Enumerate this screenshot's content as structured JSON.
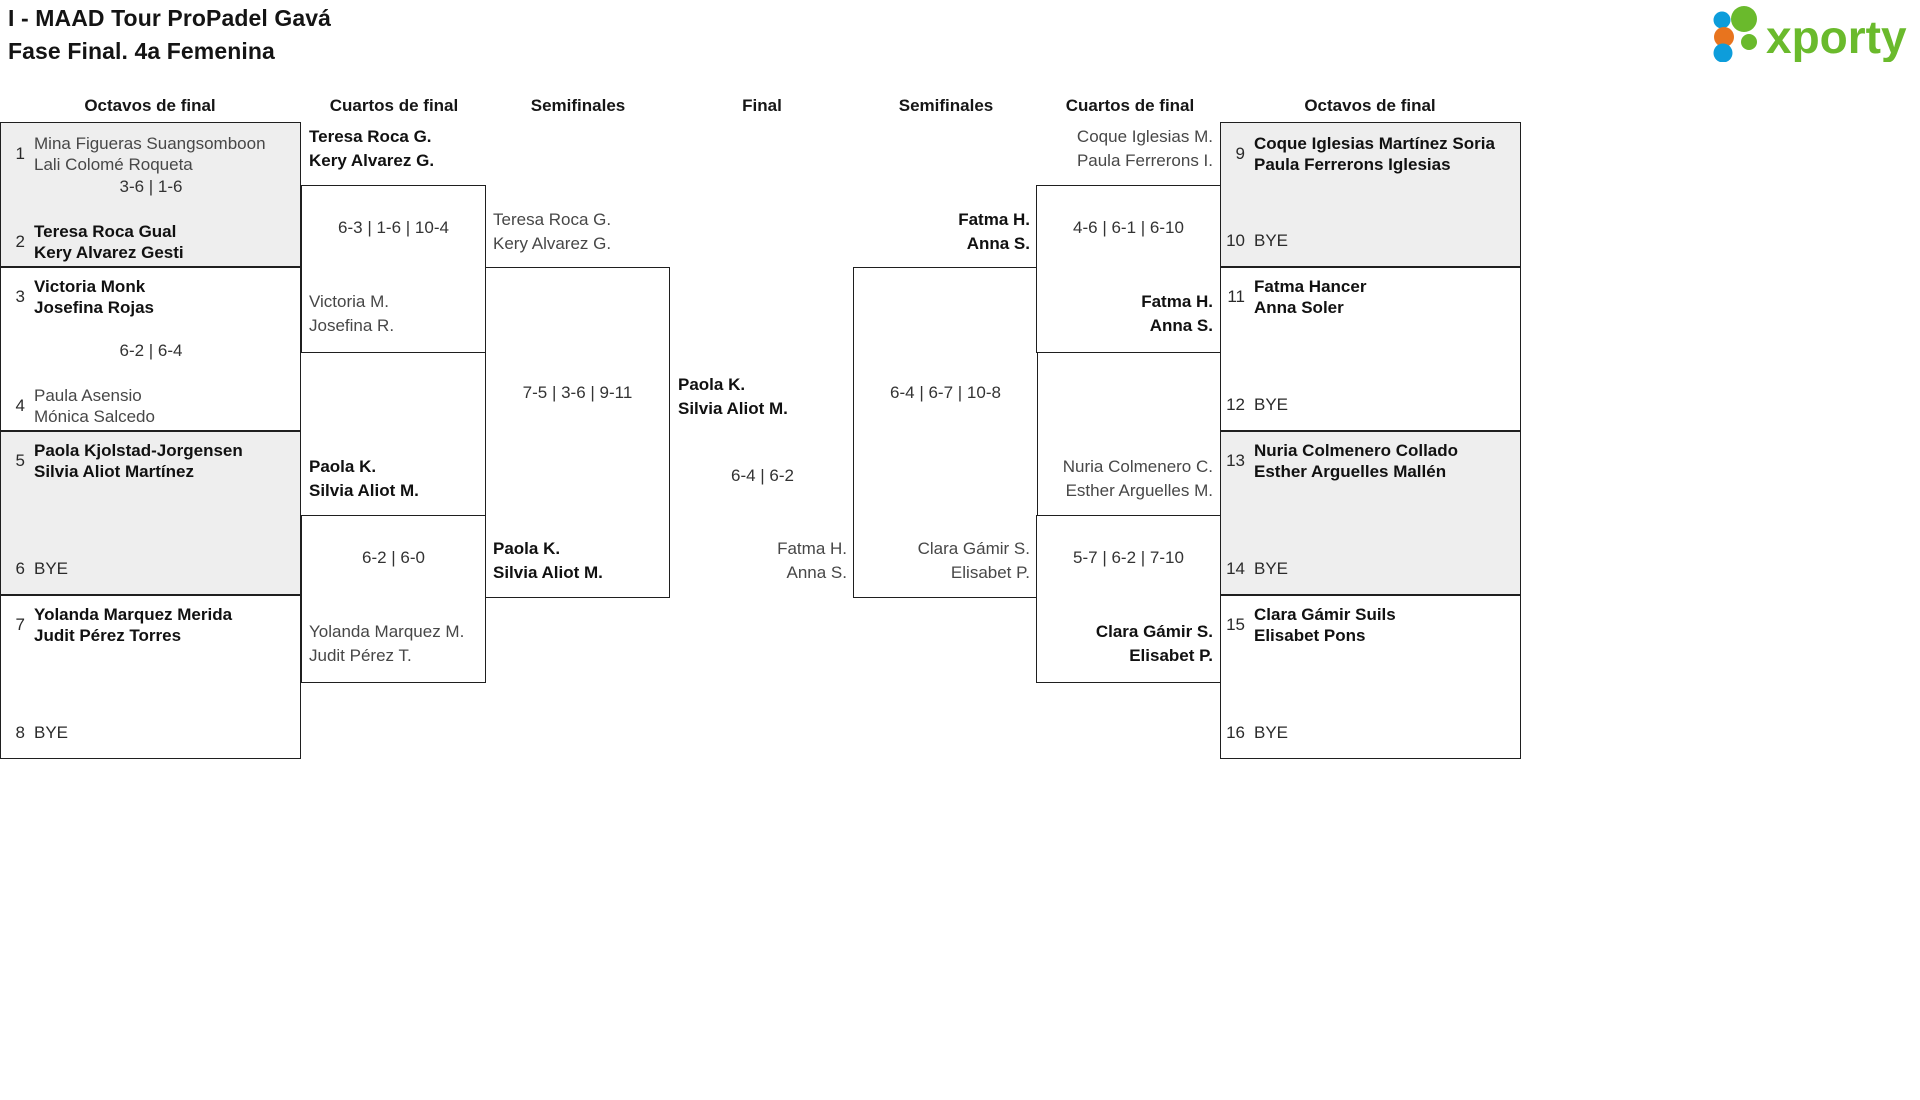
{
  "header": {
    "title_line1": "I - MAAD Tour ProPadel Gavá",
    "title_line2": "Fase Final. 4a Femenina",
    "logo_text": "xporty",
    "logo_colors": {
      "green": "#6aba2c",
      "orange": "#e8741e",
      "blue": "#0d9ddb"
    }
  },
  "rounds": [
    {
      "label": "Octavos de final"
    },
    {
      "label": "Cuartos de final"
    },
    {
      "label": "Semifinales"
    },
    {
      "label": "Final"
    },
    {
      "label": "Semifinales"
    },
    {
      "label": "Cuartos de final"
    },
    {
      "label": "Octavos de final"
    }
  ],
  "left_octavos": {
    "seeds": [
      {
        "num": "1",
        "p1": "Mina Figueras Suangsomboon",
        "p2": "Lali Colomé Roqueta",
        "result": "lose"
      },
      {
        "num": "2",
        "p1": "Teresa Roca Gual",
        "p2": "Kery Alvarez Gesti",
        "result": "win"
      },
      {
        "num": "3",
        "p1": "Victoria Monk",
        "p2": "Josefina Rojas",
        "result": "win"
      },
      {
        "num": "4",
        "p1": "Paula Asensio",
        "p2": "Mónica Salcedo",
        "result": "lose"
      },
      {
        "num": "5",
        "p1": "Paola Kjolstad-Jorgensen",
        "p2": "Silvia Aliot Martínez",
        "result": "win"
      },
      {
        "num": "6",
        "p1": "BYE",
        "p2": "",
        "result": "bye"
      },
      {
        "num": "7",
        "p1": "Yolanda Marquez Merida",
        "p2": "Judit Pérez Torres",
        "result": "win"
      },
      {
        "num": "8",
        "p1": "BYE",
        "p2": "",
        "result": "bye"
      }
    ],
    "scores": [
      "3-6 | 1-6",
      "6-2 | 6-4",
      "",
      ""
    ]
  },
  "left_cuartos": {
    "entries": [
      {
        "p1": "Teresa Roca G.",
        "p2": "Kery Alvarez G.",
        "result": "win"
      },
      {
        "p1": "Victoria M.",
        "p2": "Josefina R.",
        "result": "lose"
      },
      {
        "p1": "Paola K.",
        "p2": "Silvia Aliot M.",
        "result": "win"
      },
      {
        "p1": "Yolanda Marquez M.",
        "p2": "Judit Pérez T.",
        "result": "lose"
      }
    ],
    "scores": [
      "6-3 | 1-6 | 10-4",
      "6-2 | 6-0"
    ]
  },
  "left_semis": {
    "entries": [
      {
        "p1": "Teresa Roca G.",
        "p2": "Kery Alvarez G.",
        "result": "lose"
      },
      {
        "p1": "Paola K.",
        "p2": "Silvia Aliot M.",
        "result": "win"
      }
    ],
    "scores": [
      "7-5 | 3-6 | 9-11"
    ]
  },
  "final": {
    "winner": {
      "p1": "Paola K.",
      "p2": "Silvia Aliot M.",
      "result": "win"
    },
    "runner_up": {
      "p1": "Fatma H.",
      "p2": "Anna S.",
      "result": "lose"
    },
    "score": "6-4 | 6-2"
  },
  "right_semis": {
    "entries": [
      {
        "p1": "Fatma H.",
        "p2": "Anna S.",
        "result": "win"
      },
      {
        "p1": "Clara Gámir S.",
        "p2": "Elisabet P.",
        "result": "lose"
      }
    ],
    "scores": [
      "6-4 | 6-7 | 10-8"
    ]
  },
  "right_cuartos": {
    "entries": [
      {
        "p1": "Coque Iglesias M.",
        "p2": "Paula Ferrerons I.",
        "result": "lose"
      },
      {
        "p1": "Fatma H.",
        "p2": "Anna S.",
        "result": "win"
      },
      {
        "p1": "Nuria Colmenero C.",
        "p2": "Esther Arguelles M.",
        "result": "lose"
      },
      {
        "p1": "Clara Gámir S.",
        "p2": "Elisabet P.",
        "result": "win"
      }
    ],
    "scores": [
      "4-6 | 6-1 | 6-10",
      "5-7 | 6-2 | 7-10"
    ]
  },
  "right_octavos": {
    "seeds": [
      {
        "num": "9",
        "p1": "Coque Iglesias Martínez Soria",
        "p2": "Paula Ferrerons Iglesias",
        "result": "win"
      },
      {
        "num": "10",
        "p1": "BYE",
        "p2": "",
        "result": "bye"
      },
      {
        "num": "11",
        "p1": "Fatma Hancer",
        "p2": "Anna Soler",
        "result": "win"
      },
      {
        "num": "12",
        "p1": "BYE",
        "p2": "",
        "result": "bye"
      },
      {
        "num": "13",
        "p1": "Nuria Colmenero Collado",
        "p2": "Esther Arguelles Mallén",
        "result": "win"
      },
      {
        "num": "14",
        "p1": "BYE",
        "p2": "",
        "result": "bye"
      },
      {
        "num": "15",
        "p1": "Clara Gámir Suils",
        "p2": "Elisabet Pons",
        "result": "win"
      },
      {
        "num": "16",
        "p1": "BYE",
        "p2": "",
        "result": "bye"
      }
    ]
  }
}
